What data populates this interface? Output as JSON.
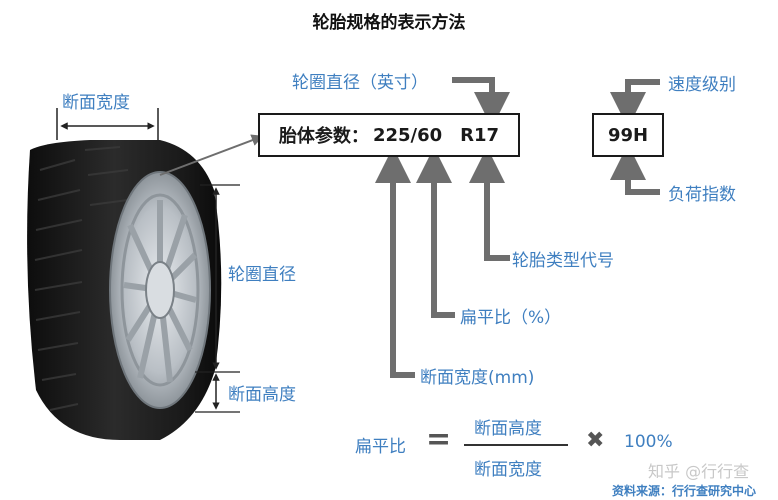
{
  "title": "轮胎规格的表示方法",
  "spec_box": {
    "prefix": "胎体参数：",
    "size": "225/60",
    "rim_code": "R17"
  },
  "speed_box": "99H",
  "labels": {
    "section_width_top": "断面宽度",
    "rim_diameter_inch": "轮圈直径（英寸）",
    "speed_rating": "速度级别",
    "load_index": "负荷指数",
    "tire_type_code": "轮胎类型代号",
    "aspect_ratio_pct": "扁平比（%）",
    "section_width_mm": "断面宽度(mm)",
    "rim_diameter_side": "轮圈直径",
    "section_height_side": "断面高度"
  },
  "formula": {
    "lhs": "扁平比",
    "equals": "=",
    "numerator": "断面高度",
    "denominator": "断面宽度",
    "times": "✖",
    "factor": "100%"
  },
  "watermark": "知乎 @行行查",
  "source": "资料来源：行行查研究中心",
  "colors": {
    "label_blue": "#3f7fc0",
    "arrow_gray": "#7a7a7a",
    "tire_black": "#1c1c1c",
    "rim_silver": "#c8cdd2"
  }
}
